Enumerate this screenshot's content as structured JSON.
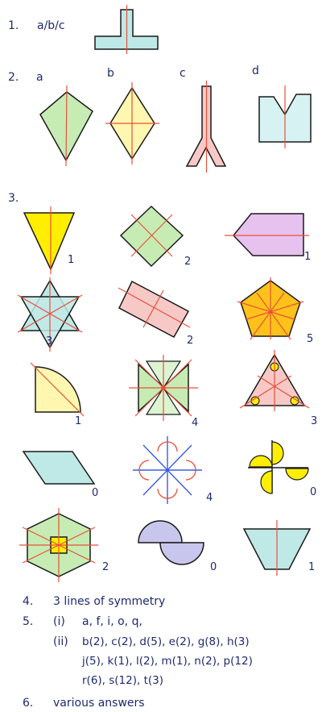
{
  "section1": {
    "number": "1.",
    "text": "a/b/c"
  },
  "section2": {
    "number": "2.",
    "labels": [
      "a",
      "b",
      "c",
      "d"
    ]
  },
  "section3": {
    "number": "3.",
    "counts": [
      "1",
      "2",
      "1",
      "3",
      "2",
      "5",
      "1",
      "4",
      "3",
      "0",
      "4",
      "0",
      "2",
      "0",
      "1"
    ]
  },
  "section4": {
    "number": "4.",
    "text": "3 lines of symmetry"
  },
  "section5": {
    "number": "5.",
    "part_i_label": "(i)",
    "part_i_text": "a,  f,  i,  o,  q,",
    "part_ii_label": "(ii)",
    "part_ii_lines": [
      "b(2),  c(2),  d(5),  e(2),  g(8),  h(3)",
      "j(5),   k(1),  l(2),  m(1),  n(2),  p(12)",
      "r(6),  s(12),  t(3)"
    ]
  },
  "section6": {
    "number": "6.",
    "text": "various answers"
  },
  "colors": {
    "teal": "#bfe9e6",
    "green": "#c6ecb4",
    "yellow": "#fff7b0",
    "pink": "#f7c9c6",
    "lilac": "#e7c2ee",
    "bright_yellow": "#ffee00",
    "orange": "#ffc21a",
    "lavender": "#c9c6ee",
    "axis_red": "#e8503a",
    "axis_blue": "#3a5be0"
  }
}
